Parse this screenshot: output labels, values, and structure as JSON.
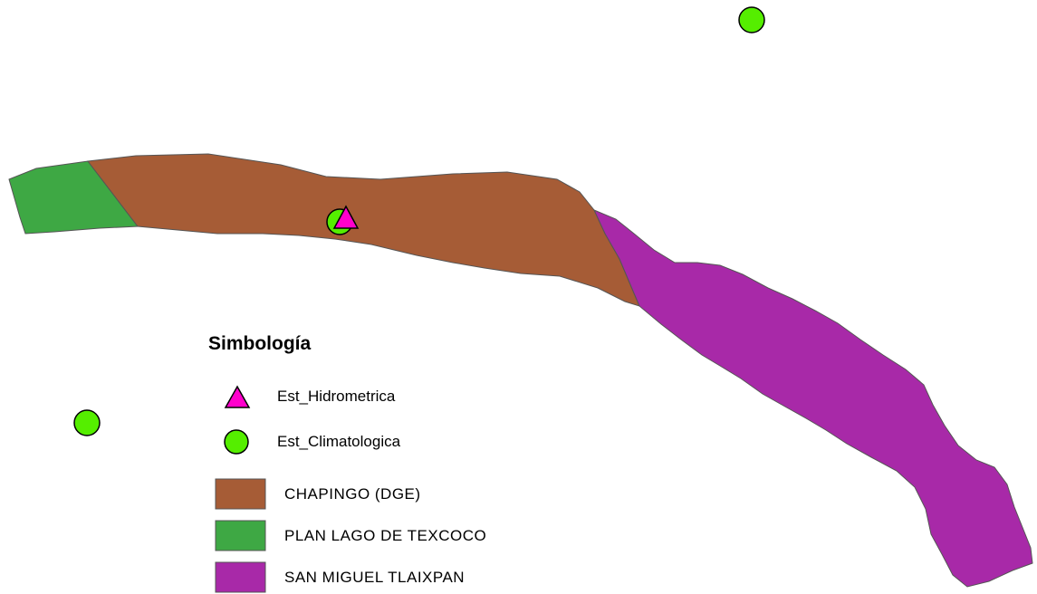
{
  "legend": {
    "title": "Simbología",
    "points": [
      {
        "label": "Est_Hidrometrica",
        "symbol": "triangle",
        "color": "#ff00cc"
      },
      {
        "label": "Est_Climatologica",
        "symbol": "circle",
        "color": "#55ee00"
      }
    ],
    "polygons": [
      {
        "label": "CHAPINGO (DGE)",
        "color": "#a65c36"
      },
      {
        "label": "PLAN LAGO DE TEXCOCO",
        "color": "#3ea844"
      },
      {
        "label": "SAN MIGUEL TLAIXPAN",
        "color": "#a829a8"
      }
    ]
  },
  "outline_color": "#555555"
}
